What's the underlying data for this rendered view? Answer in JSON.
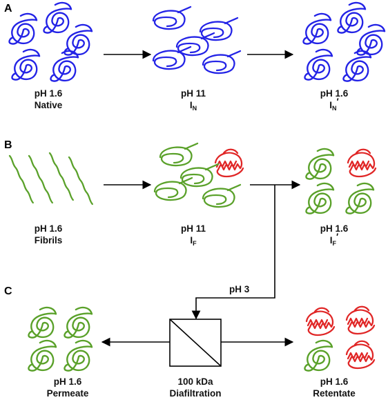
{
  "panels": {
    "a": {
      "letter": "A",
      "states": [
        {
          "ph": "pH 1.6",
          "name": "Native"
        },
        {
          "ph": "pH 11",
          "name": "I",
          "subscript": "N"
        },
        {
          "ph": "pH 1.6",
          "name": "I",
          "subscript": "N",
          "prime": "′"
        }
      ]
    },
    "b": {
      "letter": "B",
      "states": [
        {
          "ph": "pH 1.6",
          "name": "Fibrils"
        },
        {
          "ph": "pH 11",
          "name": "I",
          "subscript": "F"
        },
        {
          "ph": "pH 1.6",
          "name": "I",
          "subscript": "F",
          "prime": "′"
        }
      ]
    },
    "c": {
      "letter": "C",
      "branch_label": "pH 3",
      "states": [
        {
          "ph": "pH 1.6",
          "name": "Permeate"
        },
        {
          "ph": "100 kDa",
          "name": "Diafiltration"
        },
        {
          "ph": "pH 1.6",
          "name": "Retentate"
        }
      ]
    }
  },
  "colors": {
    "native_protein": "#2323e6",
    "refolded_protein": "#5aa12a",
    "aggregated_protein": "#e02626",
    "arrows": "#000000"
  }
}
